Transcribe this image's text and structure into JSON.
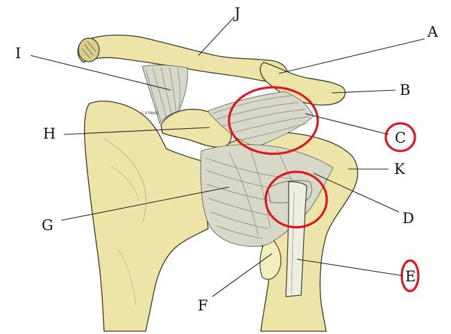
{
  "labels": {
    "A": "A",
    "B": "B",
    "C": "C",
    "D": "D",
    "E": "E",
    "F": "F",
    "G": "G",
    "H": "H",
    "I": "I",
    "J": "J",
    "K": "K",
    "fine_print": "C.P.TRAPZ"
  },
  "colors": {
    "highlight": "#e0141e",
    "bone": "#ede5a8",
    "ligament": "#d7d8ca",
    "outline": "#3a3520"
  }
}
